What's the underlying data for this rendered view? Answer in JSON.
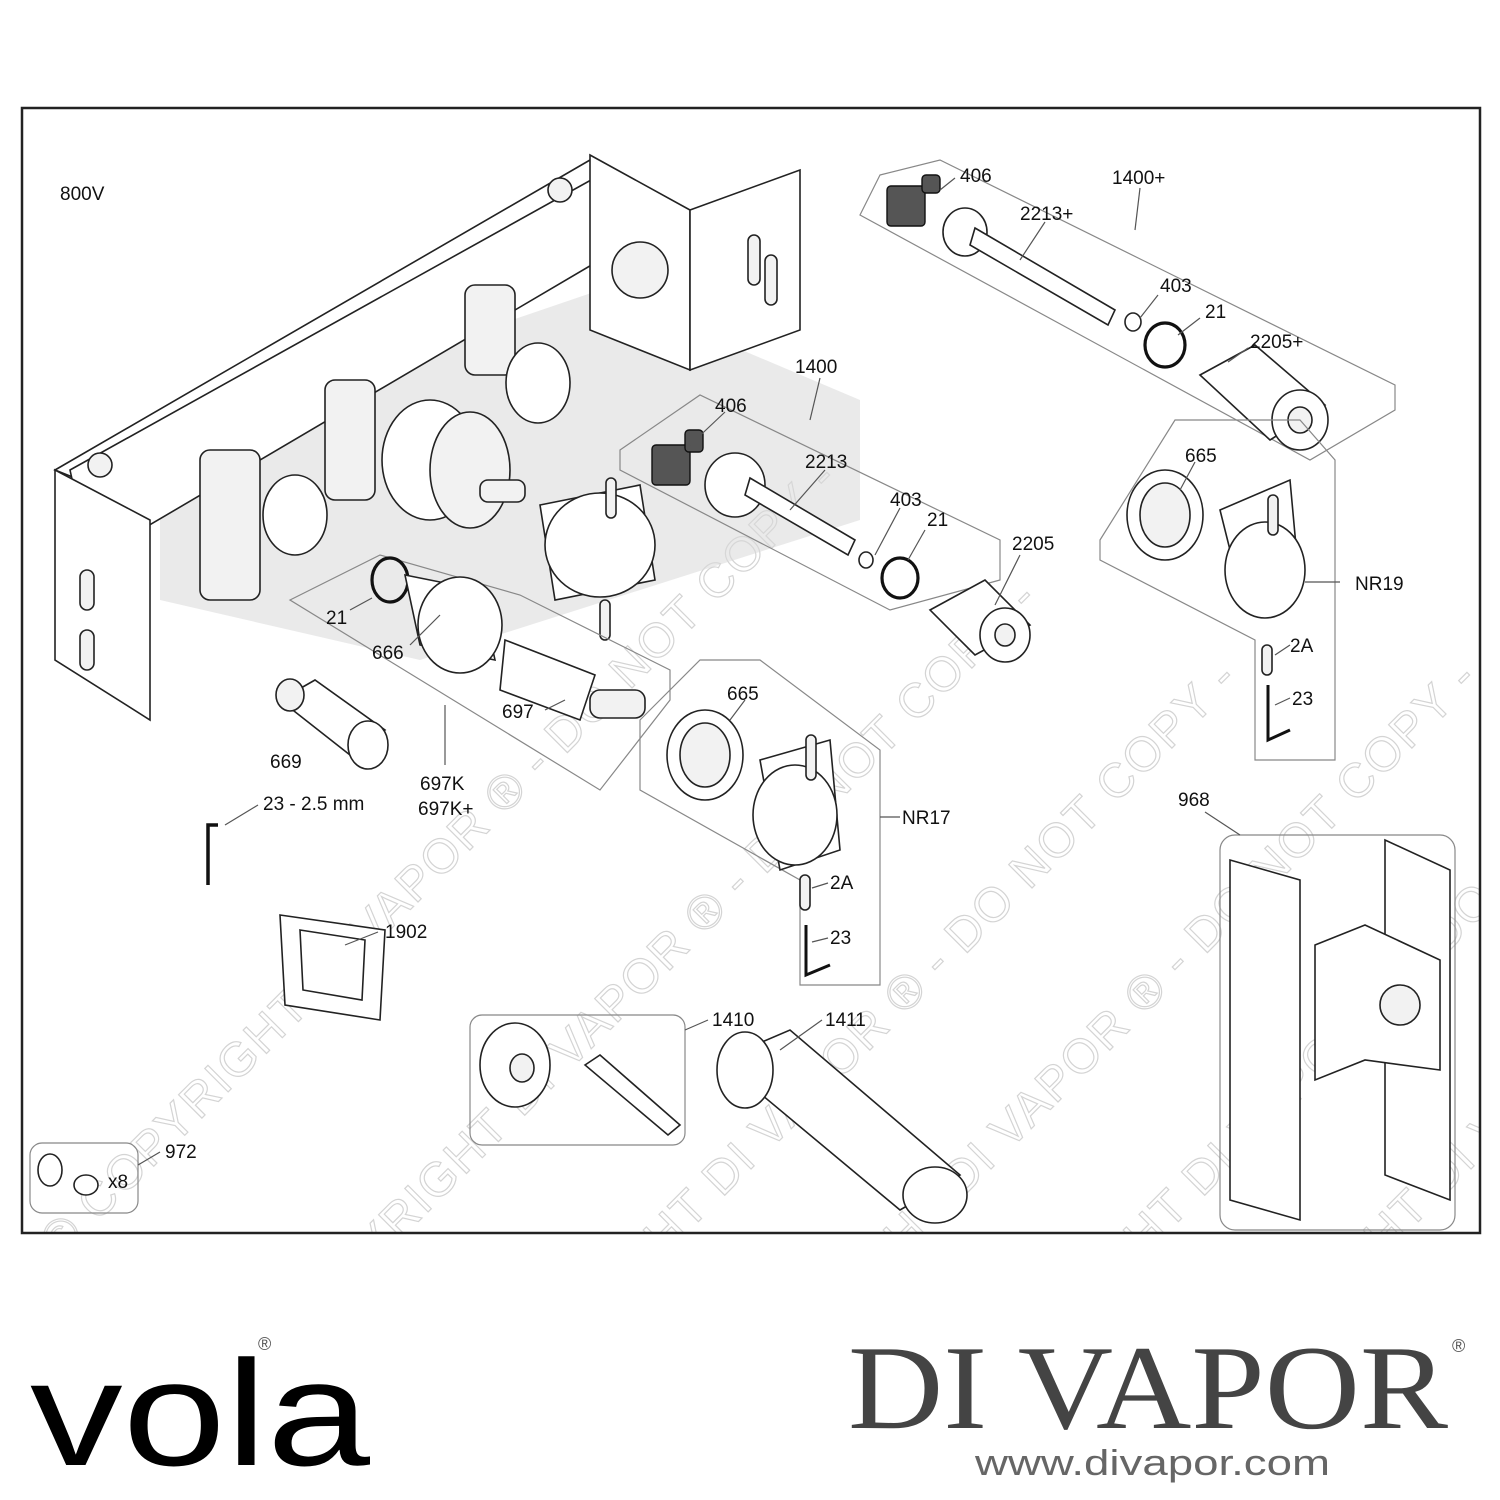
{
  "model": "800V",
  "parts": [
    {
      "id": "p406a",
      "label": "406"
    },
    {
      "id": "p1400plus",
      "label": "1400+"
    },
    {
      "id": "p2213plus",
      "label": "2213+"
    },
    {
      "id": "p403a",
      "label": "403"
    },
    {
      "id": "p21a",
      "label": "21"
    },
    {
      "id": "p2205plus",
      "label": "2205+"
    },
    {
      "id": "p1400",
      "label": "1400"
    },
    {
      "id": "p406b",
      "label": "406"
    },
    {
      "id": "p2213",
      "label": "2213"
    },
    {
      "id": "p403b",
      "label": "403"
    },
    {
      "id": "p21b",
      "label": "21"
    },
    {
      "id": "p2205",
      "label": "2205"
    },
    {
      "id": "p665a",
      "label": "665"
    },
    {
      "id": "pNR19",
      "label": "NR19"
    },
    {
      "id": "p2Aa",
      "label": "2A"
    },
    {
      "id": "p23a",
      "label": "23"
    },
    {
      "id": "p21c",
      "label": "21"
    },
    {
      "id": "p666",
      "label": "666"
    },
    {
      "id": "p697",
      "label": "697"
    },
    {
      "id": "p665b",
      "label": "665"
    },
    {
      "id": "p669",
      "label": "669"
    },
    {
      "id": "p697K",
      "label": "697K"
    },
    {
      "id": "p697Kplus",
      "label": "697K+"
    },
    {
      "id": "p23mm",
      "label": "23 - 2.5 mm"
    },
    {
      "id": "pNR17",
      "label": "NR17"
    },
    {
      "id": "p2Ab",
      "label": "2A"
    },
    {
      "id": "p23b",
      "label": "23"
    },
    {
      "id": "p968",
      "label": "968"
    },
    {
      "id": "p1902",
      "label": "1902"
    },
    {
      "id": "p1410",
      "label": "1410"
    },
    {
      "id": "p1411",
      "label": "1411"
    },
    {
      "id": "p972",
      "label": "972"
    },
    {
      "id": "px8",
      "label": "x8"
    }
  ],
  "watermark": "© COPYRIGHT DI VAPOR ® - DO NOT COPY -",
  "brand_left": {
    "name": "vola",
    "mark": "®"
  },
  "brand_right": {
    "name": "DI VAPOR",
    "mark": "®",
    "url": "www.divapor.com"
  }
}
